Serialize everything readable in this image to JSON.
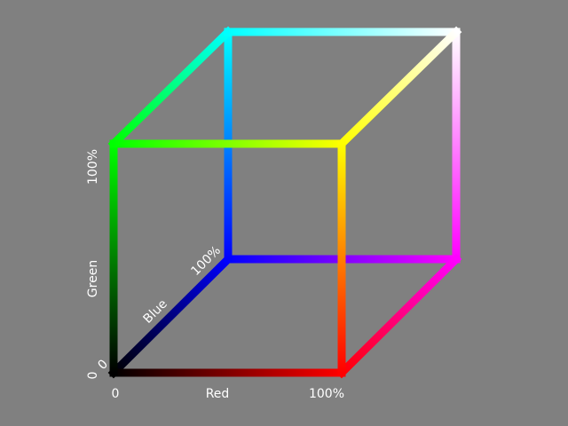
{
  "axes": {
    "red": {
      "name": "Red",
      "start": "0",
      "end": "100%"
    },
    "green": {
      "name": "Green",
      "start": "0",
      "end": "100%"
    },
    "blue": {
      "name": "Blue",
      "start": "0",
      "end": "100%"
    }
  },
  "vertex_colors": {
    "black": "#000000",
    "red": "#ff0000",
    "green": "#00ff00",
    "blue": "#0000ff",
    "yellow": "#ffff00",
    "cyan": "#00ffff",
    "magenta": "#ff00ff",
    "white": "#ffffff"
  },
  "background": "#808080"
}
